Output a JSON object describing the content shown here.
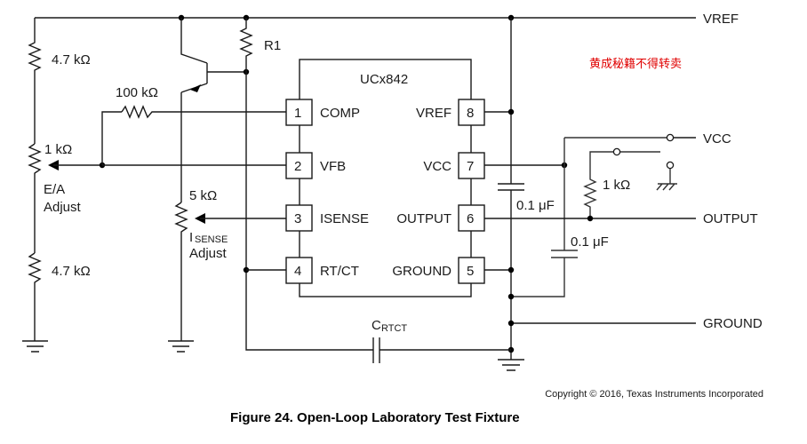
{
  "figure": {
    "caption": "Figure 24.  Open-Loop Laboratory Test Fixture",
    "copyright": "Copyright © 2016, Texas Instruments Incorporated",
    "watermark": "黄成秘籍不得转卖"
  },
  "ic": {
    "name": "UCx842",
    "pins_left": [
      {
        "num": "1",
        "label": "COMP"
      },
      {
        "num": "2",
        "label": "VFB"
      },
      {
        "num": "3",
        "label": "ISENSE"
      },
      {
        "num": "4",
        "label": "RT/CT"
      }
    ],
    "pins_right": [
      {
        "num": "8",
        "label": "VREF"
      },
      {
        "num": "7",
        "label": "VCC"
      },
      {
        "num": "6",
        "label": "OUTPUT"
      },
      {
        "num": "5",
        "label": "GROUND"
      }
    ]
  },
  "components": {
    "r_top_left": "4.7 kΩ",
    "r_bottom_left": "4.7 kΩ",
    "pot_ea": "1 kΩ",
    "pot_ea_label1": "E/A",
    "pot_ea_label2": "Adjust",
    "r_feedback": "100 kΩ",
    "r1": "R1",
    "pot_isense": "5 kΩ",
    "pot_isense_label_main": "I",
    "pot_isense_label_sub": "SENSE",
    "pot_isense_label2": "Adjust",
    "c_rtct_main": "C",
    "c_rtct_sub": "RTCT",
    "c_vref": "0.1 μF",
    "c_vcc": "0.1 μF",
    "r_output": "1 kΩ"
  },
  "terminals": {
    "vref": "VREF",
    "vcc": "VCC",
    "output": "OUTPUT",
    "ground": "GROUND"
  }
}
